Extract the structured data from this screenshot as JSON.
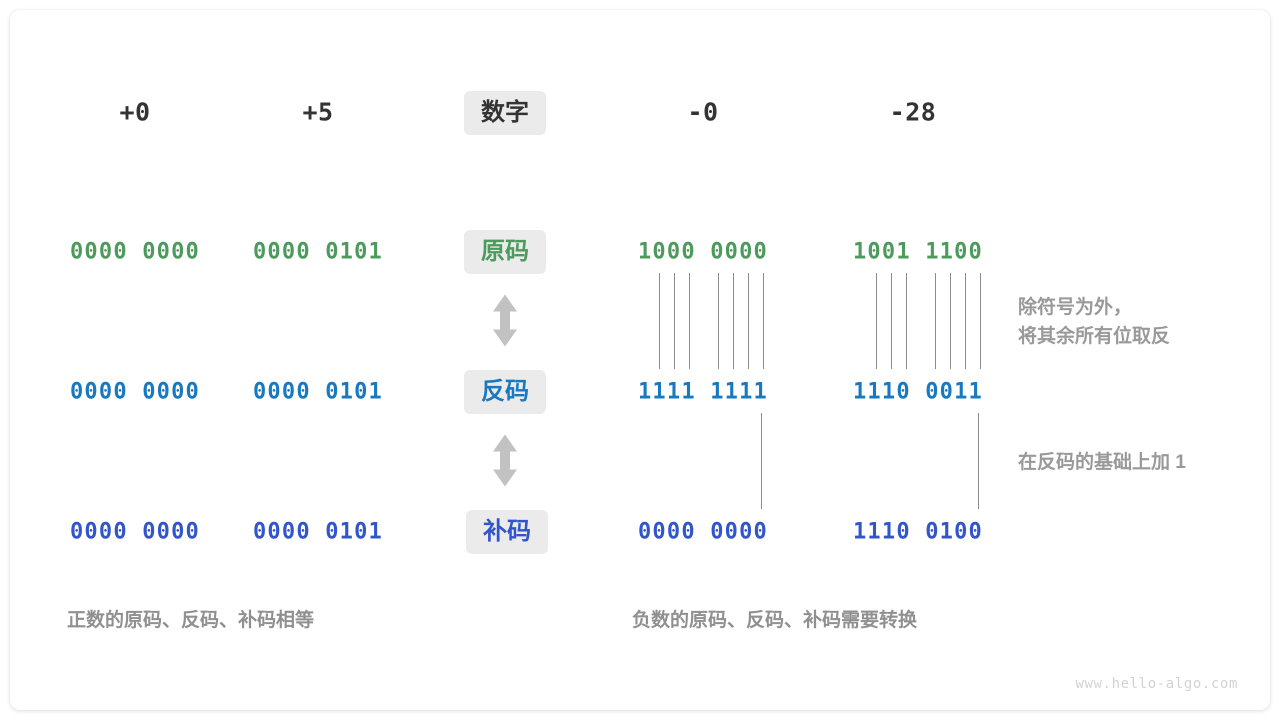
{
  "diagram": {
    "title_row": {
      "label": "数字",
      "values": [
        "+0",
        "+5",
        "-0",
        "-28"
      ]
    },
    "rows": [
      {
        "label": "原码",
        "color": "#4c9a5c",
        "color_class": "green",
        "values": [
          "0000 0000",
          "0000 0101",
          "1000 0000",
          "1001 1100"
        ]
      },
      {
        "label": "反码",
        "color": "#1878c0",
        "color_class": "blue",
        "values": [
          "0000 0000",
          "0000 0101",
          "1111 1111",
          "1110 0011"
        ]
      },
      {
        "label": "补码",
        "color": "#3355cc",
        "color_class": "indigo",
        "values": [
          "0000 0000",
          "0000 0101",
          "0000 0000",
          "1110 0100"
        ]
      }
    ],
    "annotations": {
      "invert_note": "除符号为外，\n将其余所有位取反",
      "plus_one_note": "在反码的基础上加  1"
    },
    "captions": {
      "positive": "正数的原码、反码、补码相等",
      "negative": "负数的原码、反码、补码需要转换"
    },
    "watermark": "www.hello-algo.com",
    "colors": {
      "pill_background": "#ebebeb",
      "arrow": "#c2c2c2",
      "connector_line": "#8c8c8c",
      "note_text": "#999999",
      "caption_text": "#909090"
    }
  }
}
